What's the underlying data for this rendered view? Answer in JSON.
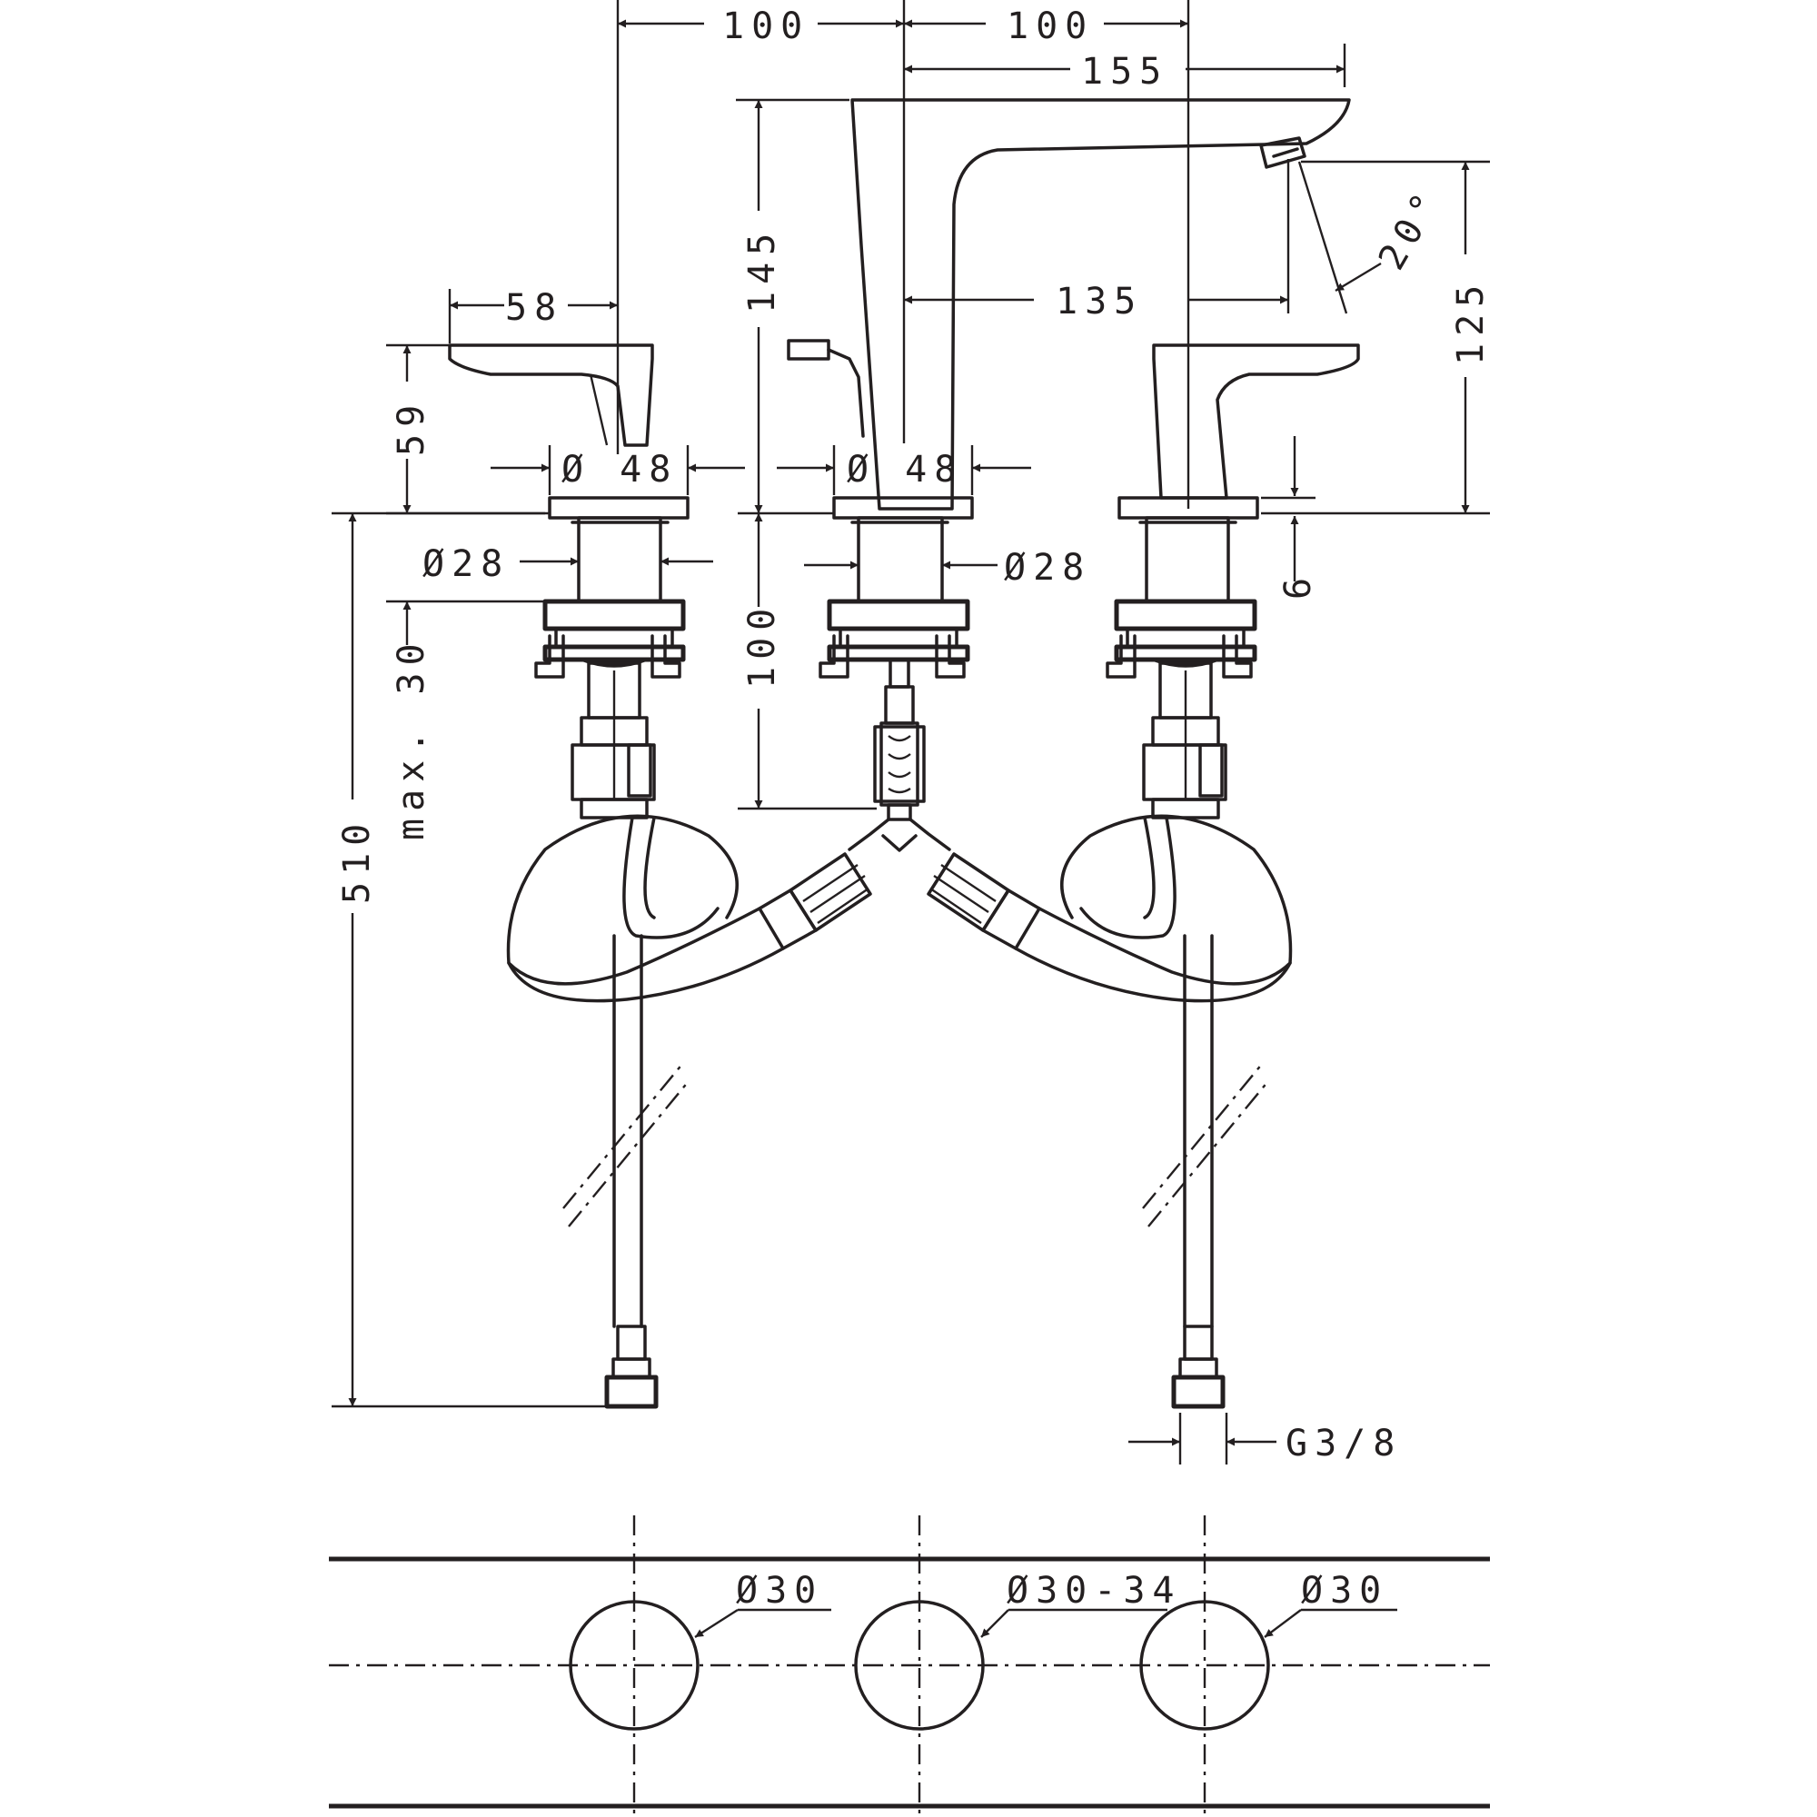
{
  "dimensions": {
    "spacing_left": "100",
    "spacing_right": "100",
    "spout_reach": "155",
    "spout_height": "145",
    "spout_outlet_reach": "135",
    "spray_angle": "20°",
    "outlet_height": "125",
    "handle_length": "58",
    "handle_height": "59",
    "escutcheon_left": "Ø 48",
    "escutcheon_center": "Ø 48",
    "shank_left": "Ø28",
    "shank_center": "Ø28",
    "rosette_height": "6",
    "deck_thickness": "max. 30",
    "body_depth": "100",
    "hose_length": "510",
    "connection_thread": "G3/8"
  },
  "hole_plan": {
    "left_hole": "Ø30",
    "center_hole": "Ø30-34",
    "right_hole": "Ø30"
  },
  "colors": {
    "line": "#231f20",
    "background": "#ffffff"
  },
  "icons": [
    "lock-open-icon"
  ]
}
